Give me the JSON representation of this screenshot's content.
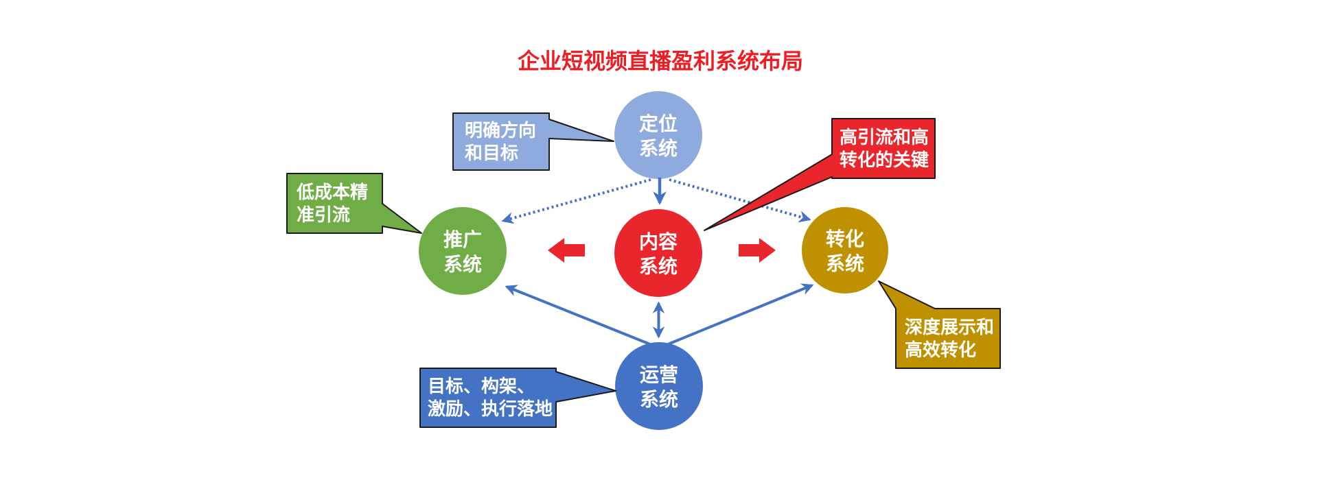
{
  "title": {
    "text": "企业短视频直播盈利系统布局",
    "color": "#EE1D23"
  },
  "nodes": [
    {
      "id": "positioning",
      "line1": "定位",
      "line2": "系统",
      "color": "#8FAADC"
    },
    {
      "id": "promotion",
      "line1": "推广",
      "line2": "系统",
      "color": "#70AD47"
    },
    {
      "id": "content",
      "line1": "内容",
      "line2": "系统",
      "color": "#E8262B"
    },
    {
      "id": "conversion",
      "line1": "转化",
      "line2": "系统",
      "color": "#BF9000"
    },
    {
      "id": "operation",
      "line1": "运营",
      "line2": "系统",
      "color": "#4472C4"
    }
  ],
  "callouts": [
    {
      "id": "positioning",
      "line1": "明确方向",
      "line2": "和目标",
      "color": "#8FAADC"
    },
    {
      "id": "promotion",
      "line1": "低成本精",
      "line2": "准引流",
      "color": "#70AD47"
    },
    {
      "id": "content",
      "line1": "高引流和高",
      "line2": "转化的关键",
      "color": "#E8262B"
    },
    {
      "id": "conversion",
      "line1": "深度展示和",
      "line2": "高效转化",
      "color": "#BF9000"
    },
    {
      "id": "operation",
      "line1": "目标、构架、",
      "line2": "激励、执行落地",
      "color": "#4472C4"
    }
  ],
  "colors": {
    "connector": "#4472C4",
    "block_arrow": "#E8262B",
    "outline": "#1a1a1a"
  }
}
